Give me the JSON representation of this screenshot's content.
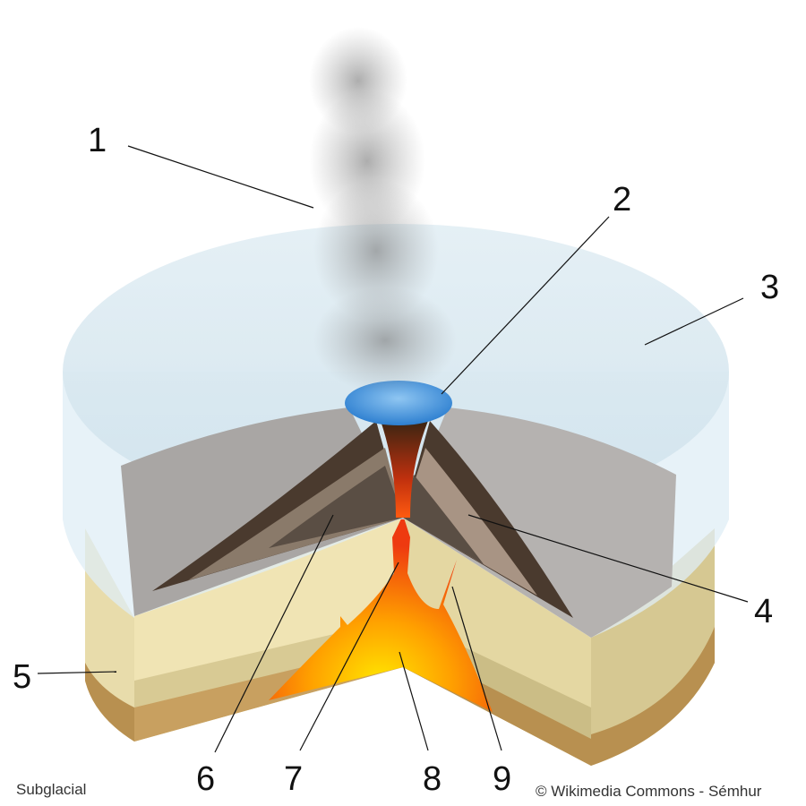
{
  "diagram": {
    "caption": "Subglacial",
    "credit": "© Wikimedia Commons - Sémhur",
    "labels": [
      "1",
      "2",
      "3",
      "4",
      "5",
      "6",
      "7",
      "8",
      "9"
    ]
  },
  "colors": {
    "ice": "#dbe9f0",
    "meltwater": "#3d8ed8",
    "ground": "#e6dcae",
    "bedrock": "#c49a52",
    "magma": "#f05a10",
    "magma_core": "#ffe000",
    "ash": "#8f8c8a"
  }
}
